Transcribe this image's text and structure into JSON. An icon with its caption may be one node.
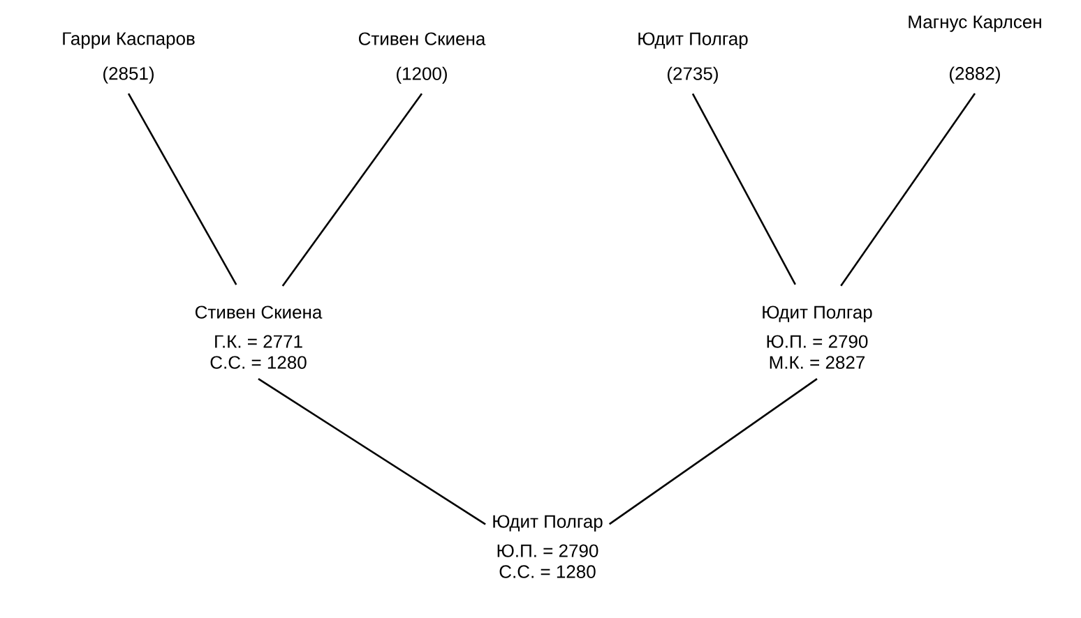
{
  "diagram": {
    "nodes": [
      {
        "text": [
          "Гарри Каспаров",
          "(2851)"
        ]
      },
      {
        "text": [
          "Стивен Скиена",
          "(1200)"
        ]
      },
      {
        "text": [
          "Юдит Полгар",
          "(2735)"
        ]
      },
      {
        "text": [
          "Магнус Карлсен",
          "(2882)"
        ]
      },
      {
        "text": [
          "Стивен Скиена",
          "Г.К. = 2771",
          "С.С. = 1280"
        ]
      },
      {
        "text": [
          "Юдит Полгар",
          "Ю.П. = 2790",
          "М.К. = 2827"
        ]
      },
      {
        "text": [
          "Юдит Полгар",
          "Ю.П. = 2790",
          "С.С. = 1280"
        ]
      }
    ],
    "edges": [
      {
        "from": 0,
        "to": 4,
        "arrow": "none"
      },
      {
        "from": 1,
        "to": 4,
        "arrow": "none"
      },
      {
        "from": 2,
        "to": 5,
        "arrow": "none"
      },
      {
        "from": 3,
        "to": 5,
        "arrow": "none"
      },
      {
        "from": 4,
        "to": 6,
        "arrow": "none"
      },
      {
        "from": 5,
        "to": 6,
        "arrow": "none"
      }
    ]
  }
}
